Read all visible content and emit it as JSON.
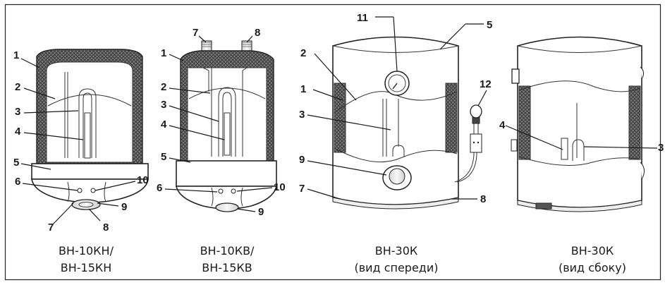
{
  "callouts": {
    "n1": "1",
    "n2": "2",
    "n3": "3",
    "n4": "4",
    "n5": "5",
    "n6": "6",
    "n7": "7",
    "n8": "8",
    "n9": "9",
    "n10": "10",
    "n11": "11",
    "n12": "12"
  },
  "captions": {
    "a_line1": "ВН-10КН/",
    "a_line2": "ВН-15КН",
    "b_line1": "ВН-10КВ/",
    "b_line2": "ВН-15КВ",
    "c_line1": "ВН-30К",
    "c_line2": "(вид спереди)",
    "d_line1": "ВН-30К",
    "d_line2": "(вид сбоку)"
  }
}
